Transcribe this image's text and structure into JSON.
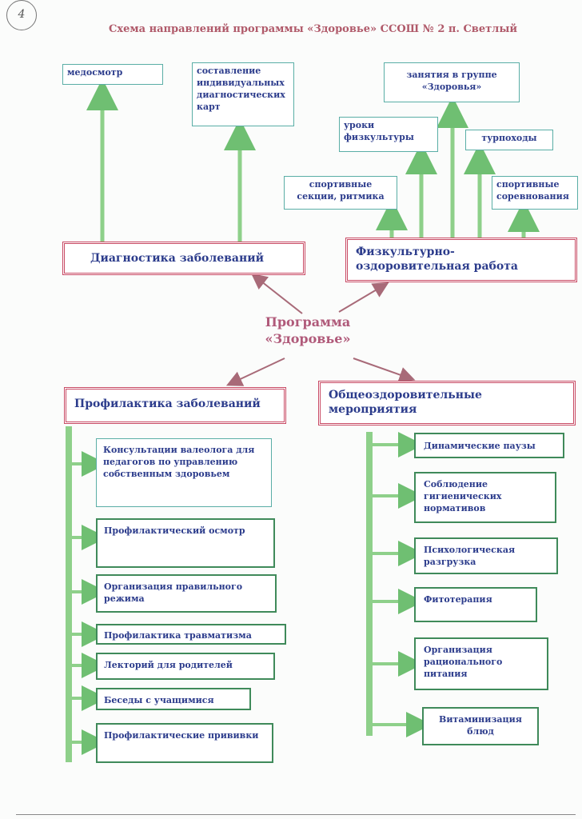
{
  "title": "Схема направлений  программы «Здоровье» ССОШ № 2 п. Светлый",
  "stamp": "4",
  "center": {
    "line1": "Программа",
    "line2": "«Здоровье»"
  },
  "top": {
    "diagnostics": "Диагностика заболеваний",
    "fitness": "Физкультурно-оздоровительная работа",
    "med": "медосмотр",
    "cards": "составление индивидуальных диагностических карт",
    "group": "занятия  в  группе «Здоровья»",
    "lessons": "уроки физкультуры",
    "hikes": "турпоходы",
    "sections": "спортивные секции, ритмика",
    "competitions": "спортивные соревнования"
  },
  "prevention": {
    "title": "Профилактика заболеваний",
    "items": [
      "Консультации валеолога для педагогов по управлению собственным здоровьем",
      "Профилактический осмотр",
      "Организация правильного режима",
      "Профилактика травматизма",
      "Лекторий для родителей",
      "Беседы с учащимися",
      "Профилактические прививки"
    ]
  },
  "general": {
    "title": "Общеоздоровительные мероприятия",
    "items": [
      "Динамические паузы",
      "Соблюдение гигиенических нормативов",
      "Психологическая разгрузка",
      "Фитотерапия",
      "Организация рационального питания",
      "Витаминизация блюд"
    ]
  }
}
